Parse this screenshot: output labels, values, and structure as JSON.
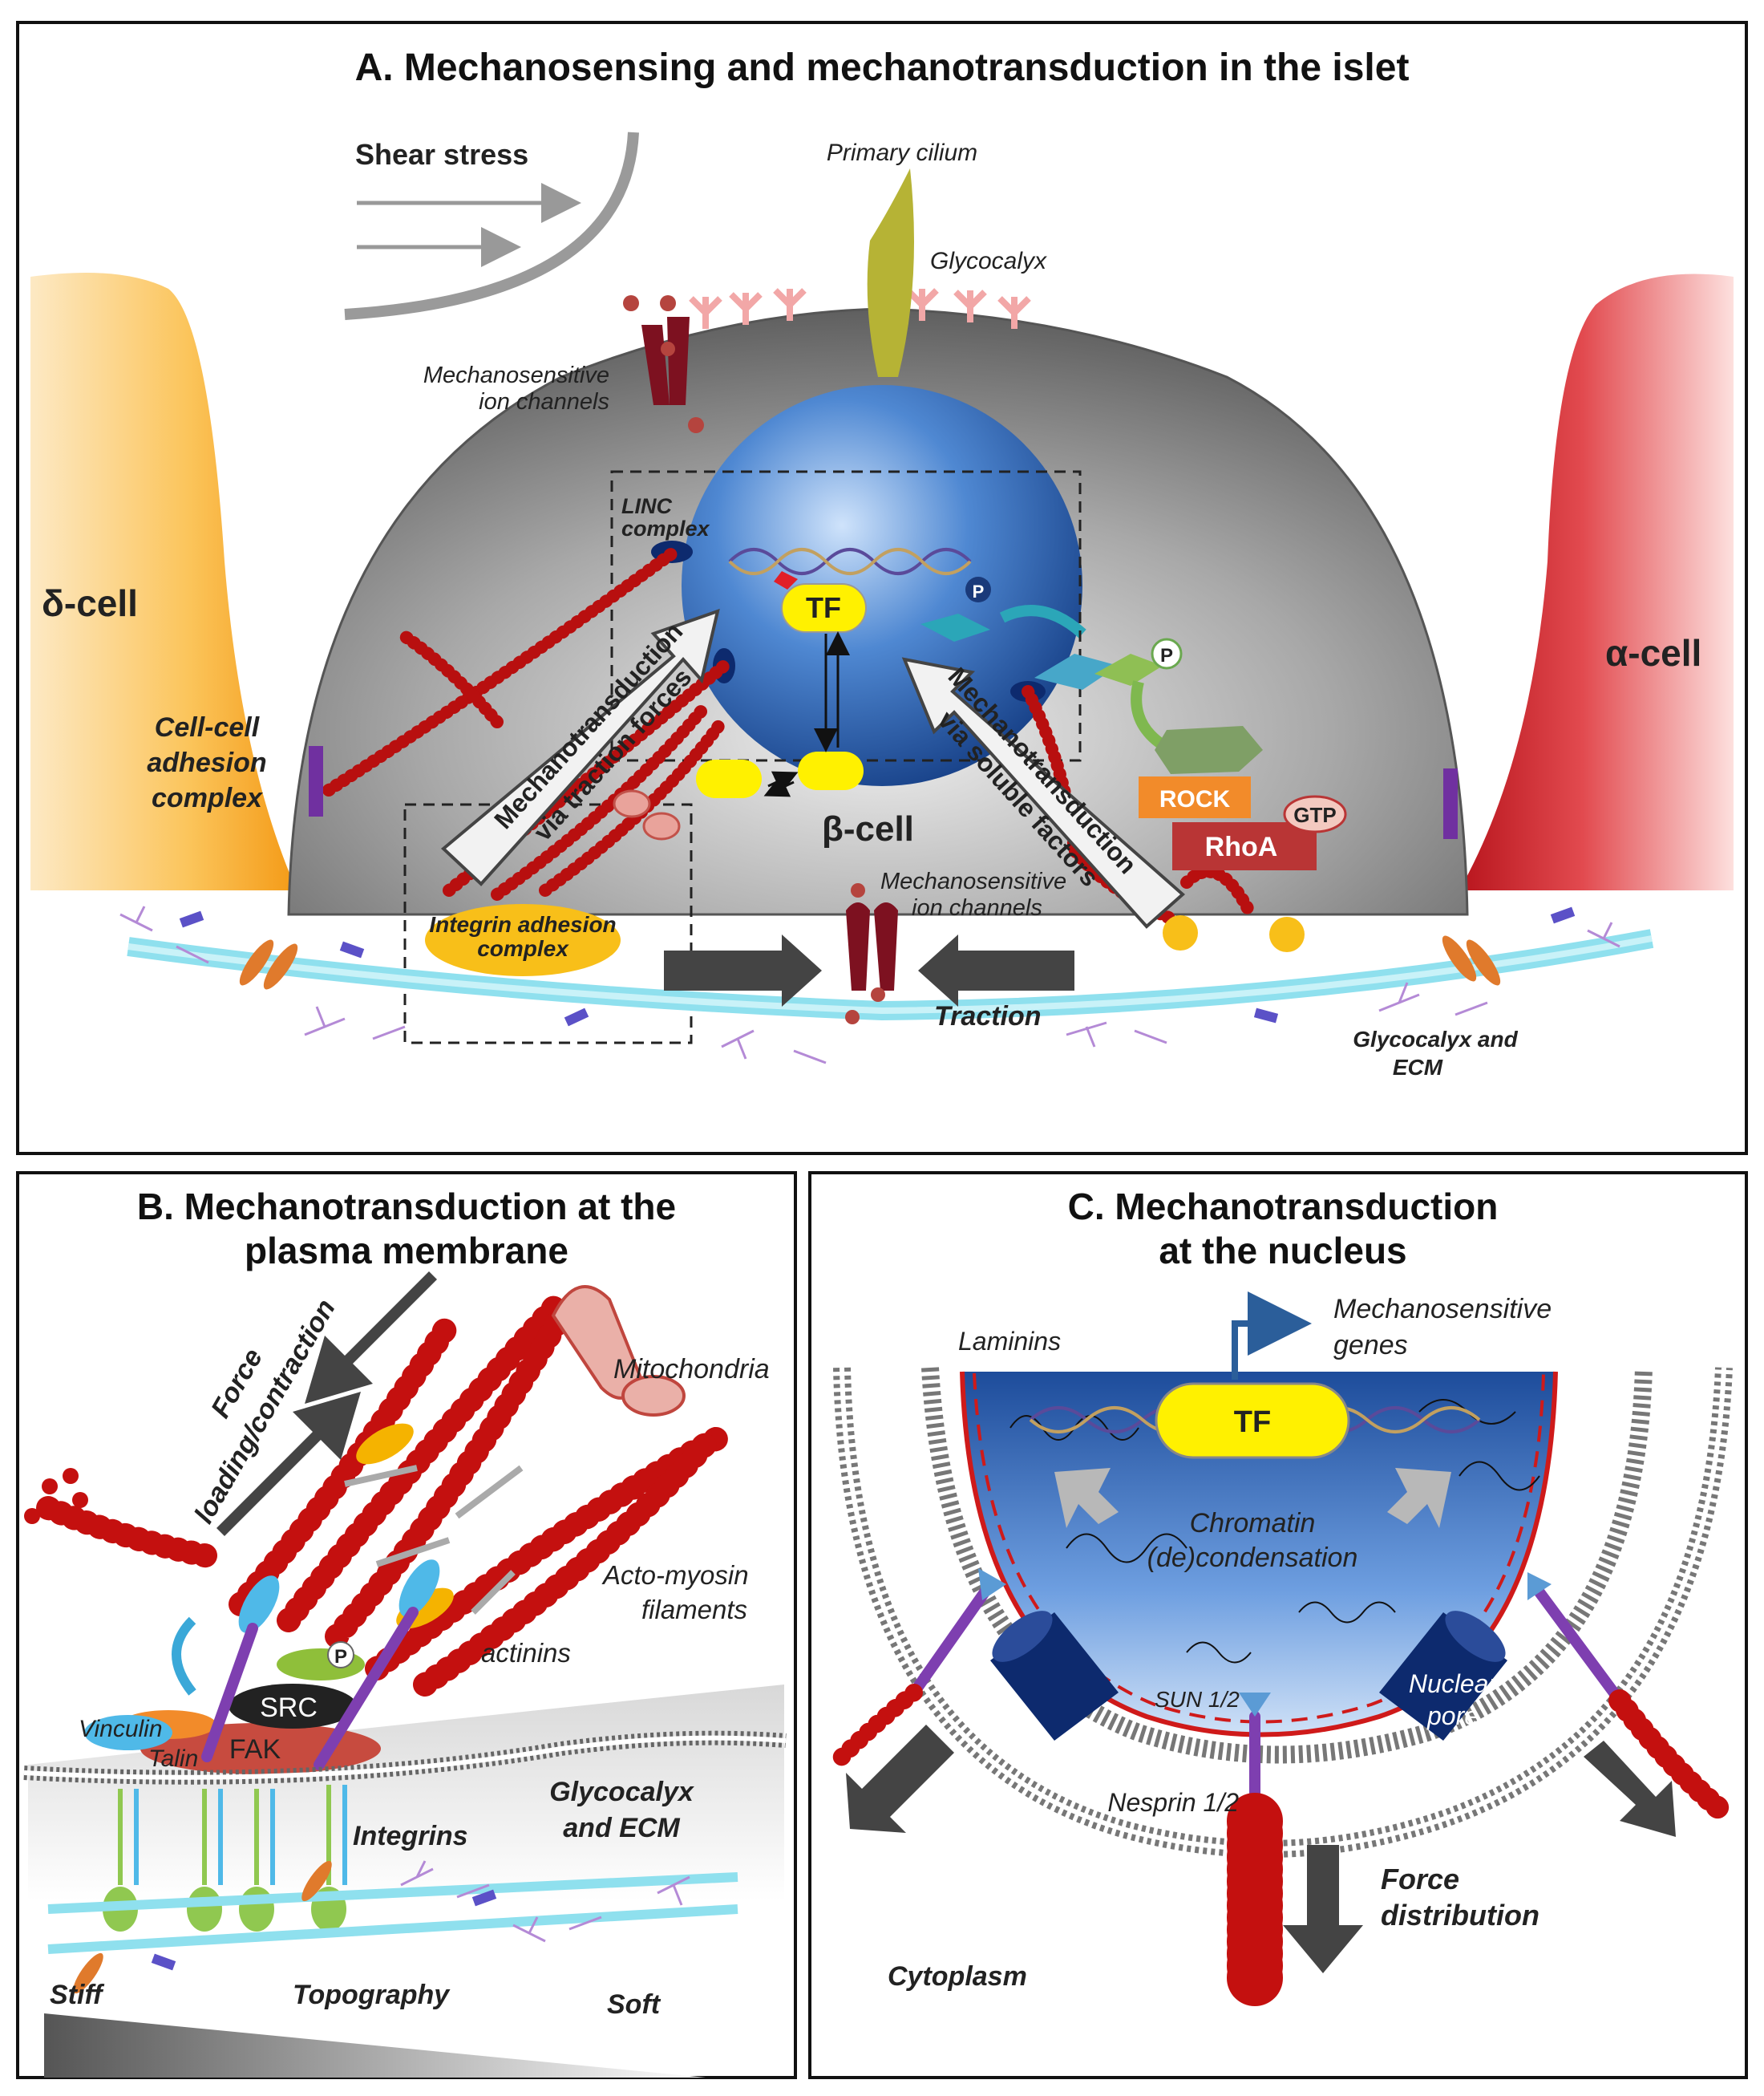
{
  "panel_a": {
    "title": "A. Mechanosensing and mechanotransduction in the islet",
    "shear_stress": "Shear stress",
    "primary_cilium": "Primary cilium",
    "glycocalyx": "Glycocalyx",
    "ion_channels_top": "Mechanosensitive ion channels",
    "linc_complex": "LINC complex",
    "delta_cell": "δ-cell",
    "alpha_cell": "α-cell",
    "beta_cell": "β-cell",
    "cell_cell_adhesion": "Cell-cell adhesion complex",
    "tf": "TF",
    "p": "P",
    "traction_arrow": "Mechanotransduction via traction forces",
    "soluble_arrow": "Mechanotransduction via soluble factors",
    "rock": "ROCK",
    "rhoa": "RhoA",
    "gtp": "GTP",
    "ion_channels_bottom": "Mechanosensitive ion channels",
    "integrin_adhesion": "Integrin adhesion complex",
    "traction": "Traction",
    "glycocalyx_ecm": "Glycocalyx and ECM"
  },
  "panel_b": {
    "title": "B. Mechanotransduction at the plasma membrane",
    "force": "Force loading/contraction",
    "mitochondria": "Mitochondria",
    "actomyosin": "Acto-myosin filaments",
    "actinins": "actinins",
    "p": "P",
    "src": "SRC",
    "vinculin": "Vinculin",
    "talin": "Talin",
    "fak": "FAK",
    "integrins": "Integrins",
    "glycocalyx_ecm": "Glycocalyx and ECM",
    "stiff": "Stiff",
    "topography": "Topography",
    "soft": "Soft"
  },
  "panel_c": {
    "title": "C. Mechanotransduction at the nucleus",
    "mechanosensitive_genes": "Mechanosensitive genes",
    "laminins": "Laminins",
    "tf": "TF",
    "chromatin": "Chromatin (de)condensation",
    "sun": "SUN 1/2",
    "nuclear_pore": "Nuclear pore",
    "nesprin": "Nesprin 1/2",
    "force_distribution": "Force distribution",
    "cytoplasm": "Cytoplasm"
  },
  "colors": {
    "nucleus_blue": "#2f67b8",
    "cell_grey": "#8a8a8a",
    "delta_orange": "#f6a52a",
    "alpha_red": "#c8202a",
    "actin_red": "#c4100f",
    "tf_yellow": "#fff100",
    "arrow_dark": "#444444"
  }
}
